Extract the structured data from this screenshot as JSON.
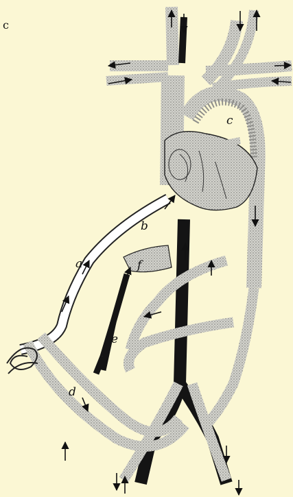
{
  "figure": {
    "corner_mark": "c",
    "labels": {
      "a": "a",
      "b": "b",
      "c": "c",
      "d": "d",
      "e": "e",
      "f": "f"
    }
  },
  "colors": {
    "background": "#fbf7d4",
    "stipple_vessel": "#c9c9c4",
    "dark_vessel": "#141414",
    "light_vessel": "#ffffff",
    "ink": "#111111"
  }
}
